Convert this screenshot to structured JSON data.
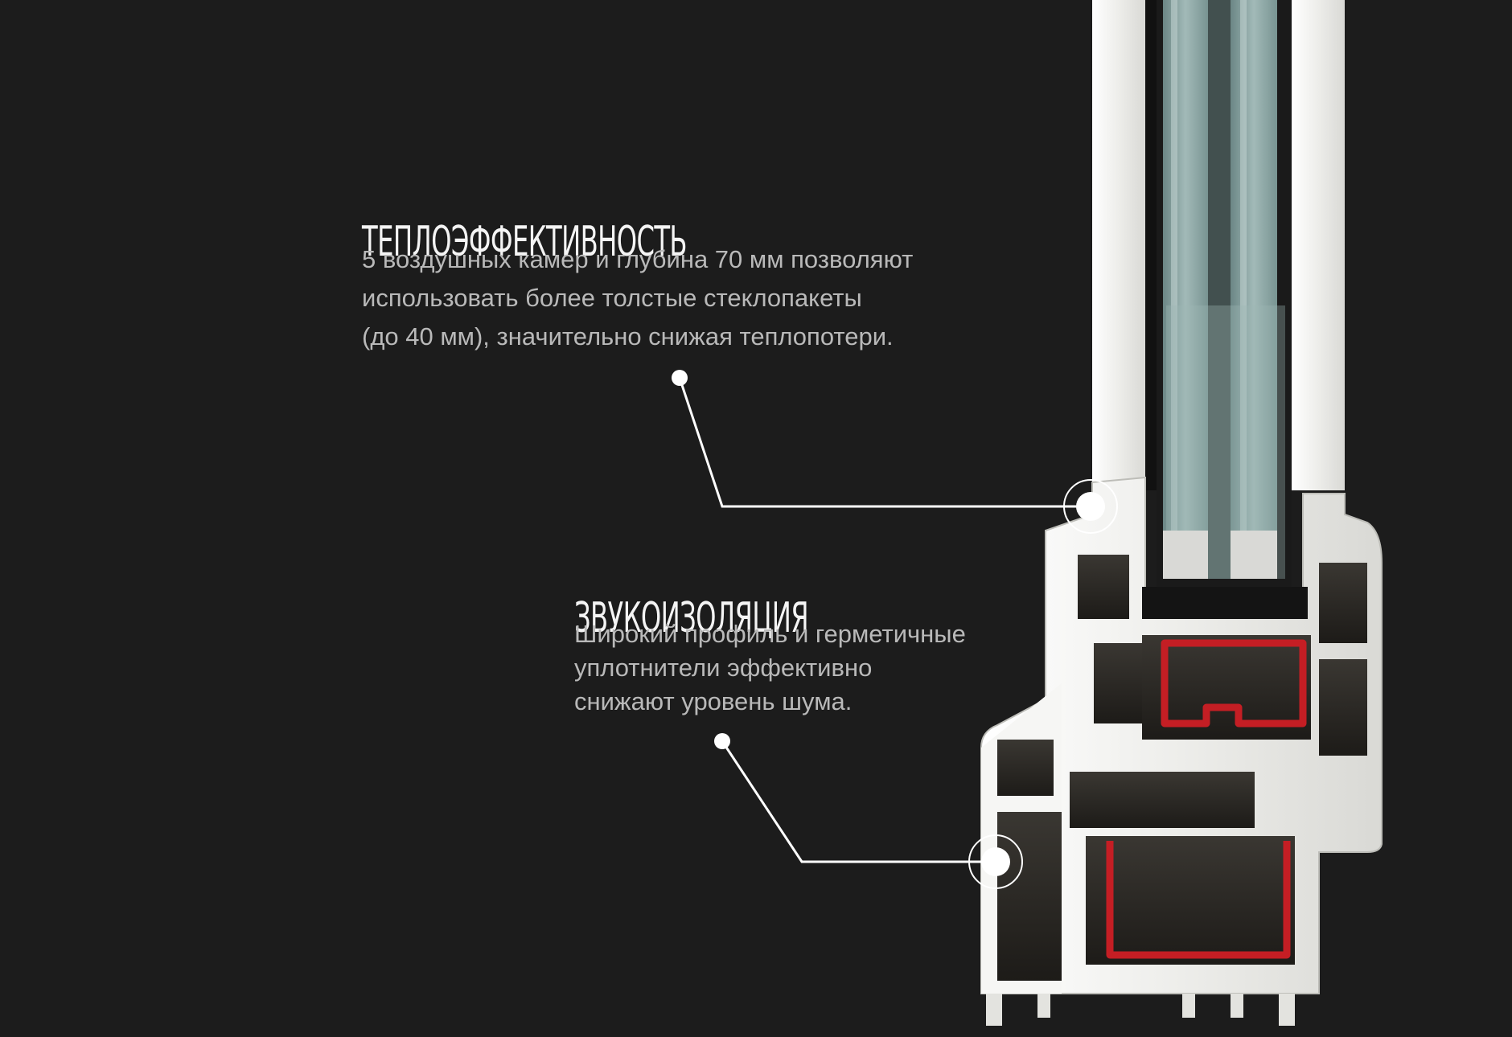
{
  "features": {
    "thermal": {
      "title": "Теплоэффективность",
      "description": "5 воздушных камер и глубина 70 мм позволяют\nиспользовать более толстые стеклопакеты\n(до 40 мм), значительно снижая теплопотери."
    },
    "sound": {
      "title": "Звукоизоляция",
      "description": "Широкий профиль и герметичные\nуплотнители эффективно\nснижают уровень шума."
    }
  },
  "colors": {
    "background": "#1c1c1c",
    "heading": "#f4f4f4",
    "body_text": "#b9b9b9",
    "pointer": "#ffffff",
    "profile": "#e9e9e6",
    "seal": "#c41e24",
    "glass": "#8faaa8"
  }
}
